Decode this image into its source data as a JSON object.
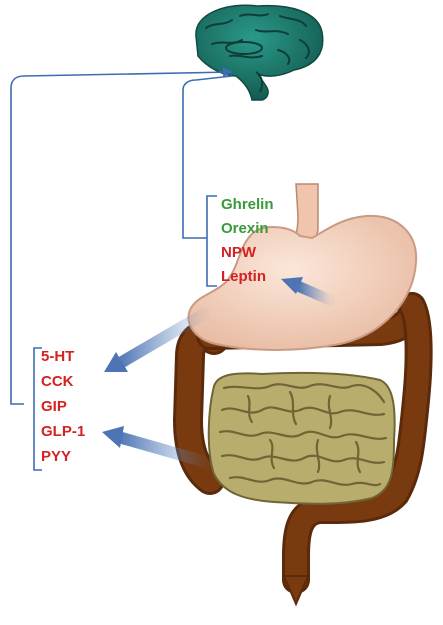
{
  "diagram": {
    "stomach_hormones": [
      {
        "label": "Ghrelin",
        "color": "#3a9a3a"
      },
      {
        "label": "Orexin",
        "color": "#3a9a3a"
      },
      {
        "label": "NPW",
        "color": "#d42222"
      },
      {
        "label": "Leptin",
        "color": "#d42222"
      }
    ],
    "intestine_hormones": [
      {
        "label": "5-HT",
        "color": "#d42222"
      },
      {
        "label": "CCK",
        "color": "#d42222"
      },
      {
        "label": "GIP",
        "color": "#d42222"
      },
      {
        "label": "GLP-1",
        "color": "#d42222"
      },
      {
        "label": "PYY",
        "color": "#d42222"
      }
    ],
    "colors": {
      "brain": "#1c7a6e",
      "brain_dark": "#0f4a42",
      "stomach": "#f2cdb5",
      "stomach_edge": "#c99a84",
      "small_intestine": "#b9ad6e",
      "small_intestine_edge": "#6f6535",
      "colon": "#7a3a10",
      "colon_light": "#a85a20",
      "bracket": "#3d6cb0",
      "arrow": "#6a8fc4"
    }
  }
}
